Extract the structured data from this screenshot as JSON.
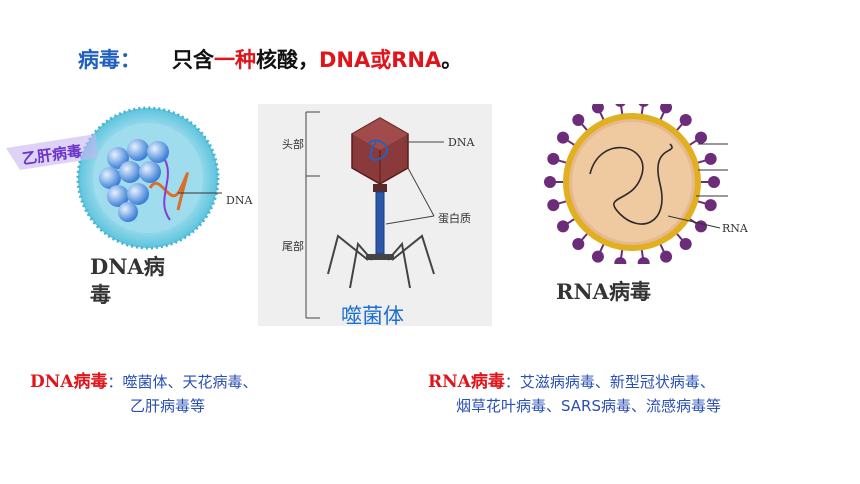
{
  "title": {
    "label": "病毒：",
    "text_before": "只含",
    "text_highlight": "一种",
    "text_middle": "核酸，",
    "text_end_highlight": "DNA或RNA",
    "text_end": "。"
  },
  "hbv": {
    "badge": "乙肝病毒",
    "dna_label": "DNA",
    "caption": "DNA病毒"
  },
  "phage": {
    "head_label": "头部",
    "tail_label": "尾部",
    "dna_label": "DNA",
    "protein_label": "蛋白质",
    "caption": "噬菌体"
  },
  "rna_virus": {
    "rna_label": "RNA",
    "caption": "RNA病毒"
  },
  "examples": {
    "dna_head": "DNA病毒",
    "dna_colon": "：",
    "dna_line1": "噬菌体、天花病毒、",
    "dna_line2": "乙肝病毒等",
    "rna_head": "RNA病毒",
    "rna_colon": "：",
    "rna_line1": "艾滋病病毒、新型冠状病毒、",
    "rna_line2": "烟草花叶病毒、SARS病毒、流感病毒等"
  },
  "colors": {
    "red": "#e0141b",
    "blue": "#1f5fbf",
    "capsid": "#7a2a2a",
    "rna_spike": "#6b2c7a"
  }
}
